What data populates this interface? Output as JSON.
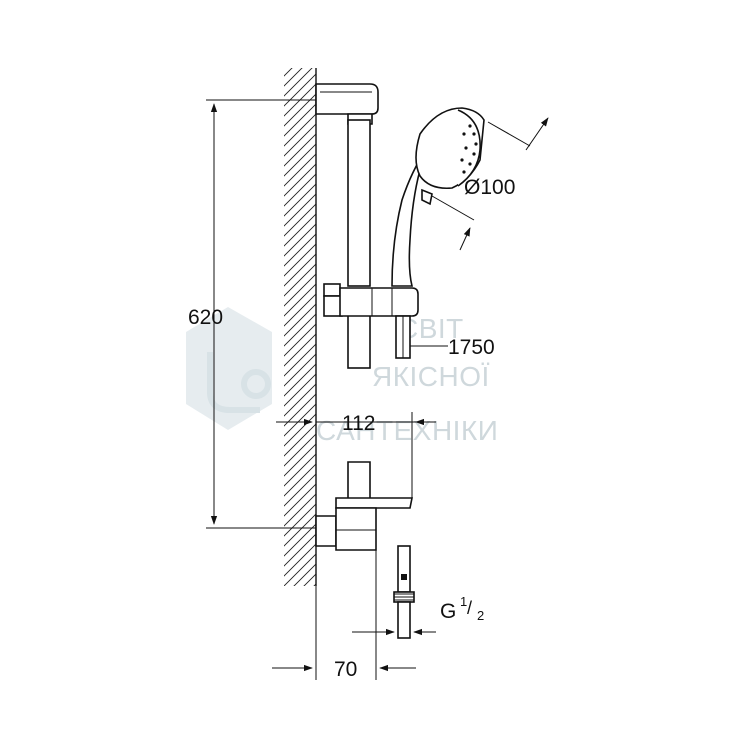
{
  "dimensions": {
    "height": "620",
    "diameter": "Ø100",
    "hose_length": "1750",
    "projection": "112",
    "thread": "G",
    "thread_fraction_num": "1",
    "thread_fraction_den": "2",
    "wall_distance": "70"
  },
  "watermark": {
    "line1": "СВІТ",
    "line2": "ЯКІСНОЇ",
    "line3": "САНТЕХНІКИ"
  }
}
